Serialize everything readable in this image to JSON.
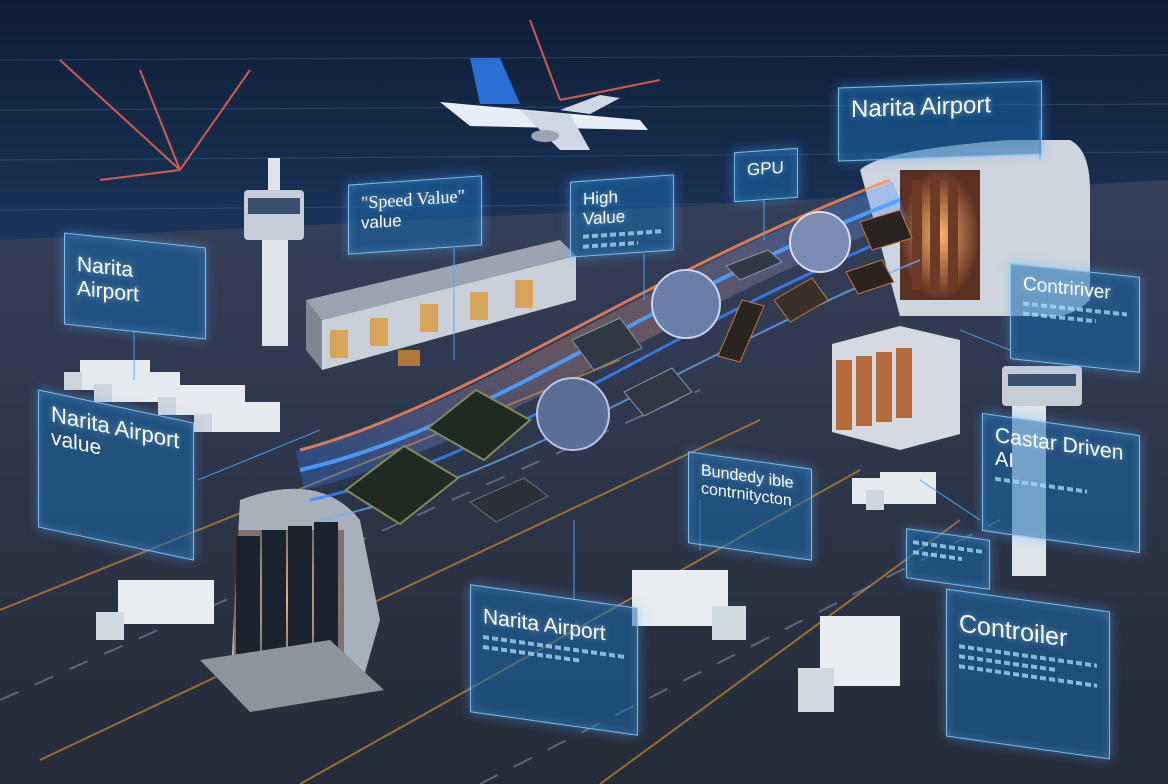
{
  "labels": {
    "narita_top": "Narita Airport",
    "narita_left": "Narita Airport",
    "narita_left_value_title": "Narita Airport",
    "narita_left_value_sub": "value",
    "speed_value_title": "\"Speed Value\"",
    "speed_value_sub": "value",
    "high_value": "High Value",
    "gpu": "GPU",
    "contriver": "Contririver",
    "castar_driven_title": "Castar Driven",
    "castar_driven_sub": "AI",
    "bundedy_title": "Bundedy ible",
    "bundedy_sub": "contrnitycton",
    "narita_bottom": "Narita Airport",
    "controller": "Controiler"
  },
  "colors": {
    "sea": "#1a3358",
    "ground": "#2c3444",
    "panel_border": "#8cd2ff",
    "flow_blue": "#3a86ff",
    "flow_orange": "#ff8a5c"
  }
}
